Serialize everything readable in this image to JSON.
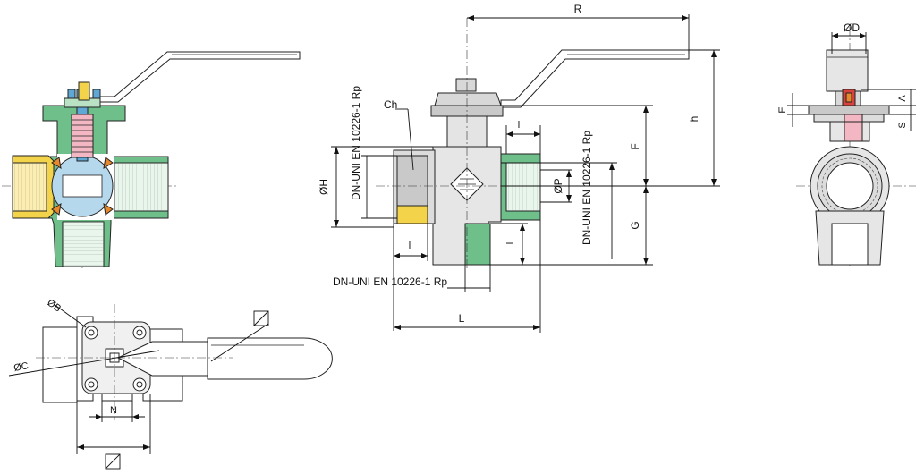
{
  "colors": {
    "body_green": "#6fbf8a",
    "body_green_light": "#b9e2c4",
    "yellow_fitting": "#f2d34a",
    "ball_blue": "#b6d8ec",
    "seal_orange": "#e8882c",
    "packing_pink": "#f3b7c4",
    "stem_blue": "#5fa8d6",
    "metal_grey": "#c9c9c9",
    "metal_grey_dark": "#9a9a9a",
    "red_part": "#d9413c",
    "line": "#222222"
  },
  "labels": {
    "R": "R",
    "h": "h",
    "F": "F",
    "G": "G",
    "L": "L",
    "Ch": "Ch",
    "l_top": "l",
    "l_left": "l",
    "l_right": "l",
    "phi_H": "ØH",
    "phi_P": "ØP",
    "phi_D": "ØD",
    "phi_B": "ØB",
    "phi_C": "ØC",
    "A": "A",
    "E": "E",
    "S": "S",
    "N": "N",
    "square_top": "□",
    "square_bottom": "□",
    "dn_vertical_left": "DN-UNI EN 10226-1 Rp",
    "dn_vertical_right": "DN-UNI EN 10226-1 Rp",
    "dn_horizontal": "DN-UNI EN 10226-1 Rp"
  }
}
